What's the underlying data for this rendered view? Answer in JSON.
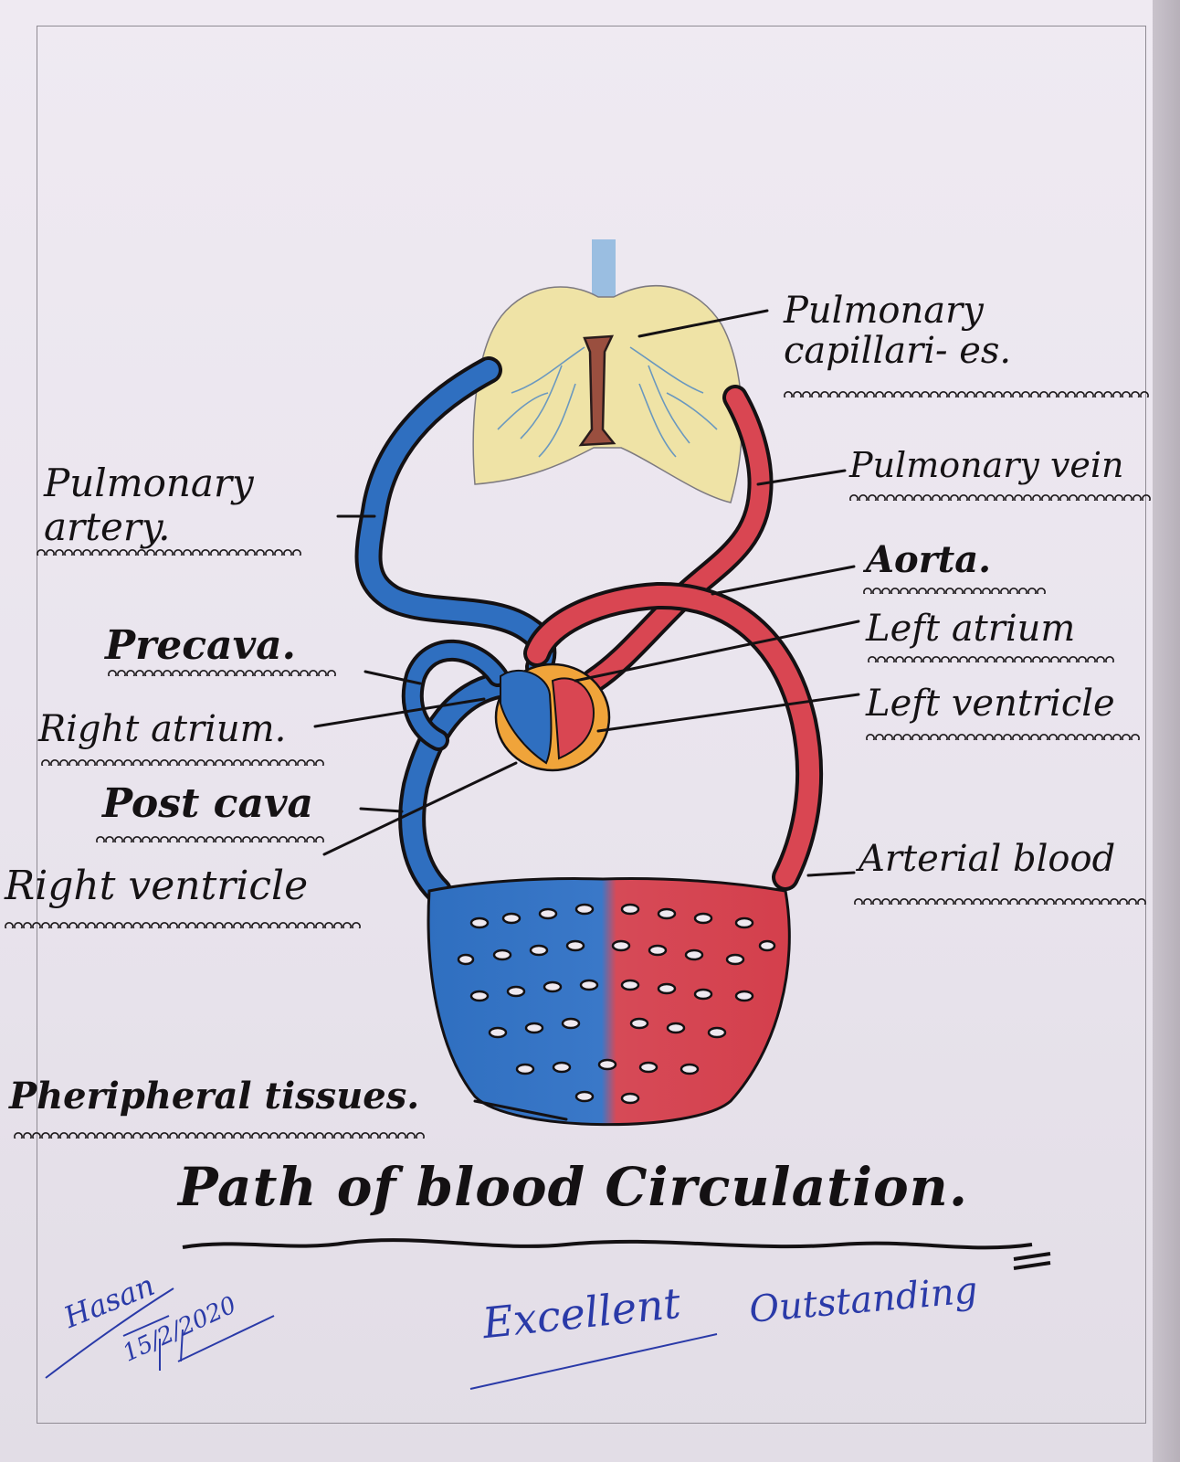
{
  "labels": {
    "pulmonary_capillaries": "Pulmonary capillari- es.",
    "pulmonary_vein": "Pulmonary vein",
    "aorta": "Aorta.",
    "left_atrium": "Left atrium",
    "left_ventricle": "Left ventricle",
    "arterial_blood": "Arterial blood",
    "pulmonary_artery": "Pulmonary artery.",
    "precava": "Precava.",
    "right_atrium": "Right atrium.",
    "post_cava": "Post cava",
    "right_ventricle": "Right ventricle",
    "peripheral_tissues": "Pheripheral tissues."
  },
  "title": "Path of blood Circulation.",
  "annotations": {
    "signature": "Hasan",
    "date": "15/2/2020",
    "remark_1": "Excellent",
    "remark_2": "Outstanding"
  },
  "colors": {
    "venous_blue": "#2f6fc0",
    "arterial_red": "#d94652",
    "lung_yellow": "#efe3a6",
    "heart_orange": "#f0a43a",
    "trachea_blue": "#8bb6de",
    "ink": "#141113",
    "pen_blue": "#2a3aa8"
  }
}
